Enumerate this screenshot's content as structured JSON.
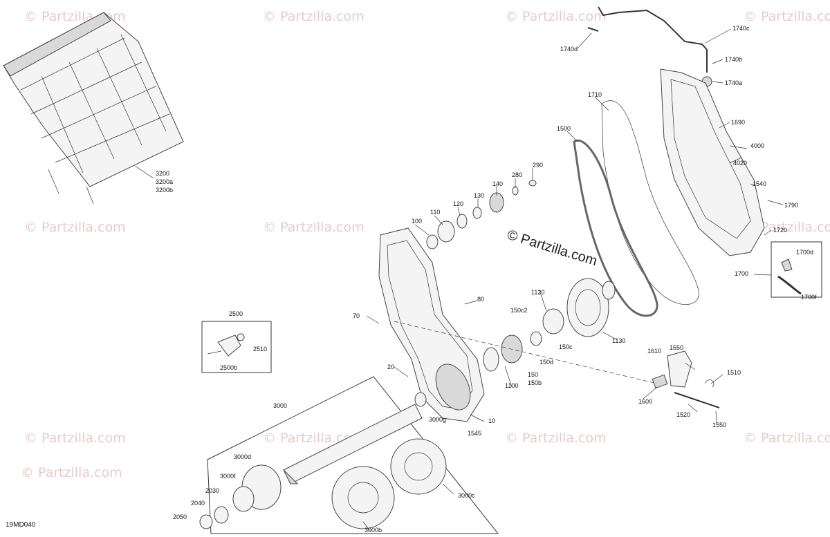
{
  "diagram_id": "19MD040",
  "brand_mark": "© Partzilla.com",
  "watermark_text": "© Partzilla.com",
  "part_labels": [
    "3200",
    "3200a",
    "3200b",
    "290",
    "280",
    "140",
    "130",
    "120",
    "110",
    "100",
    "1710",
    "1500",
    "1690",
    "4000",
    "4020",
    "1540",
    "1790",
    "1720",
    "1700d",
    "1700",
    "1700f",
    "1740c",
    "1740d",
    "1740b",
    "1740a",
    "2500",
    "2510",
    "2500b",
    "70",
    "80",
    "1120",
    "150c2",
    "150c",
    "150d",
    "1130",
    "20",
    "1100",
    "150",
    "150b",
    "3000",
    "3000g",
    "1545",
    "10",
    "3000d",
    "3000f",
    "2030",
    "2040",
    "2050",
    "3000c",
    "3000b",
    "1610",
    "1650",
    "1600",
    "1510",
    "1520",
    "1550"
  ],
  "colors": {
    "line": "#333333",
    "watermark": "#e8caca",
    "part_fill": "#f4f4f4",
    "part_shade": "#d9d9d9"
  }
}
